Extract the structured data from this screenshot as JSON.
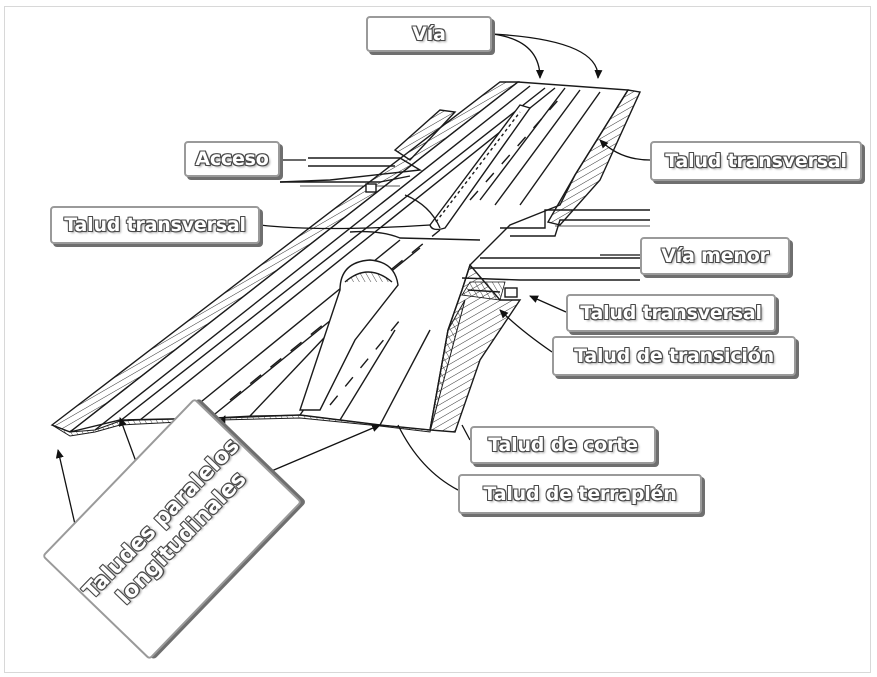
{
  "labels": {
    "via": "Vía",
    "acceso": "Acceso",
    "talud_transversal_right": "Talud transversal",
    "talud_transversal_left": "Talud transversal",
    "via_menor": "Vía menor",
    "talud_transversal_lower": "Talud transversal",
    "talud_transicion": "Talud de  transición",
    "talud_corte": "Talud de corte",
    "talud_terraplen": "Talud de terraplén",
    "taludes_line1": "Taludes paralelos",
    "taludes_line2": "longitudinales"
  },
  "colors": {
    "label_border": "#9a9a9a",
    "label_text_outline": "#4a4a4a",
    "drawing_line": "#1a1a1a"
  }
}
